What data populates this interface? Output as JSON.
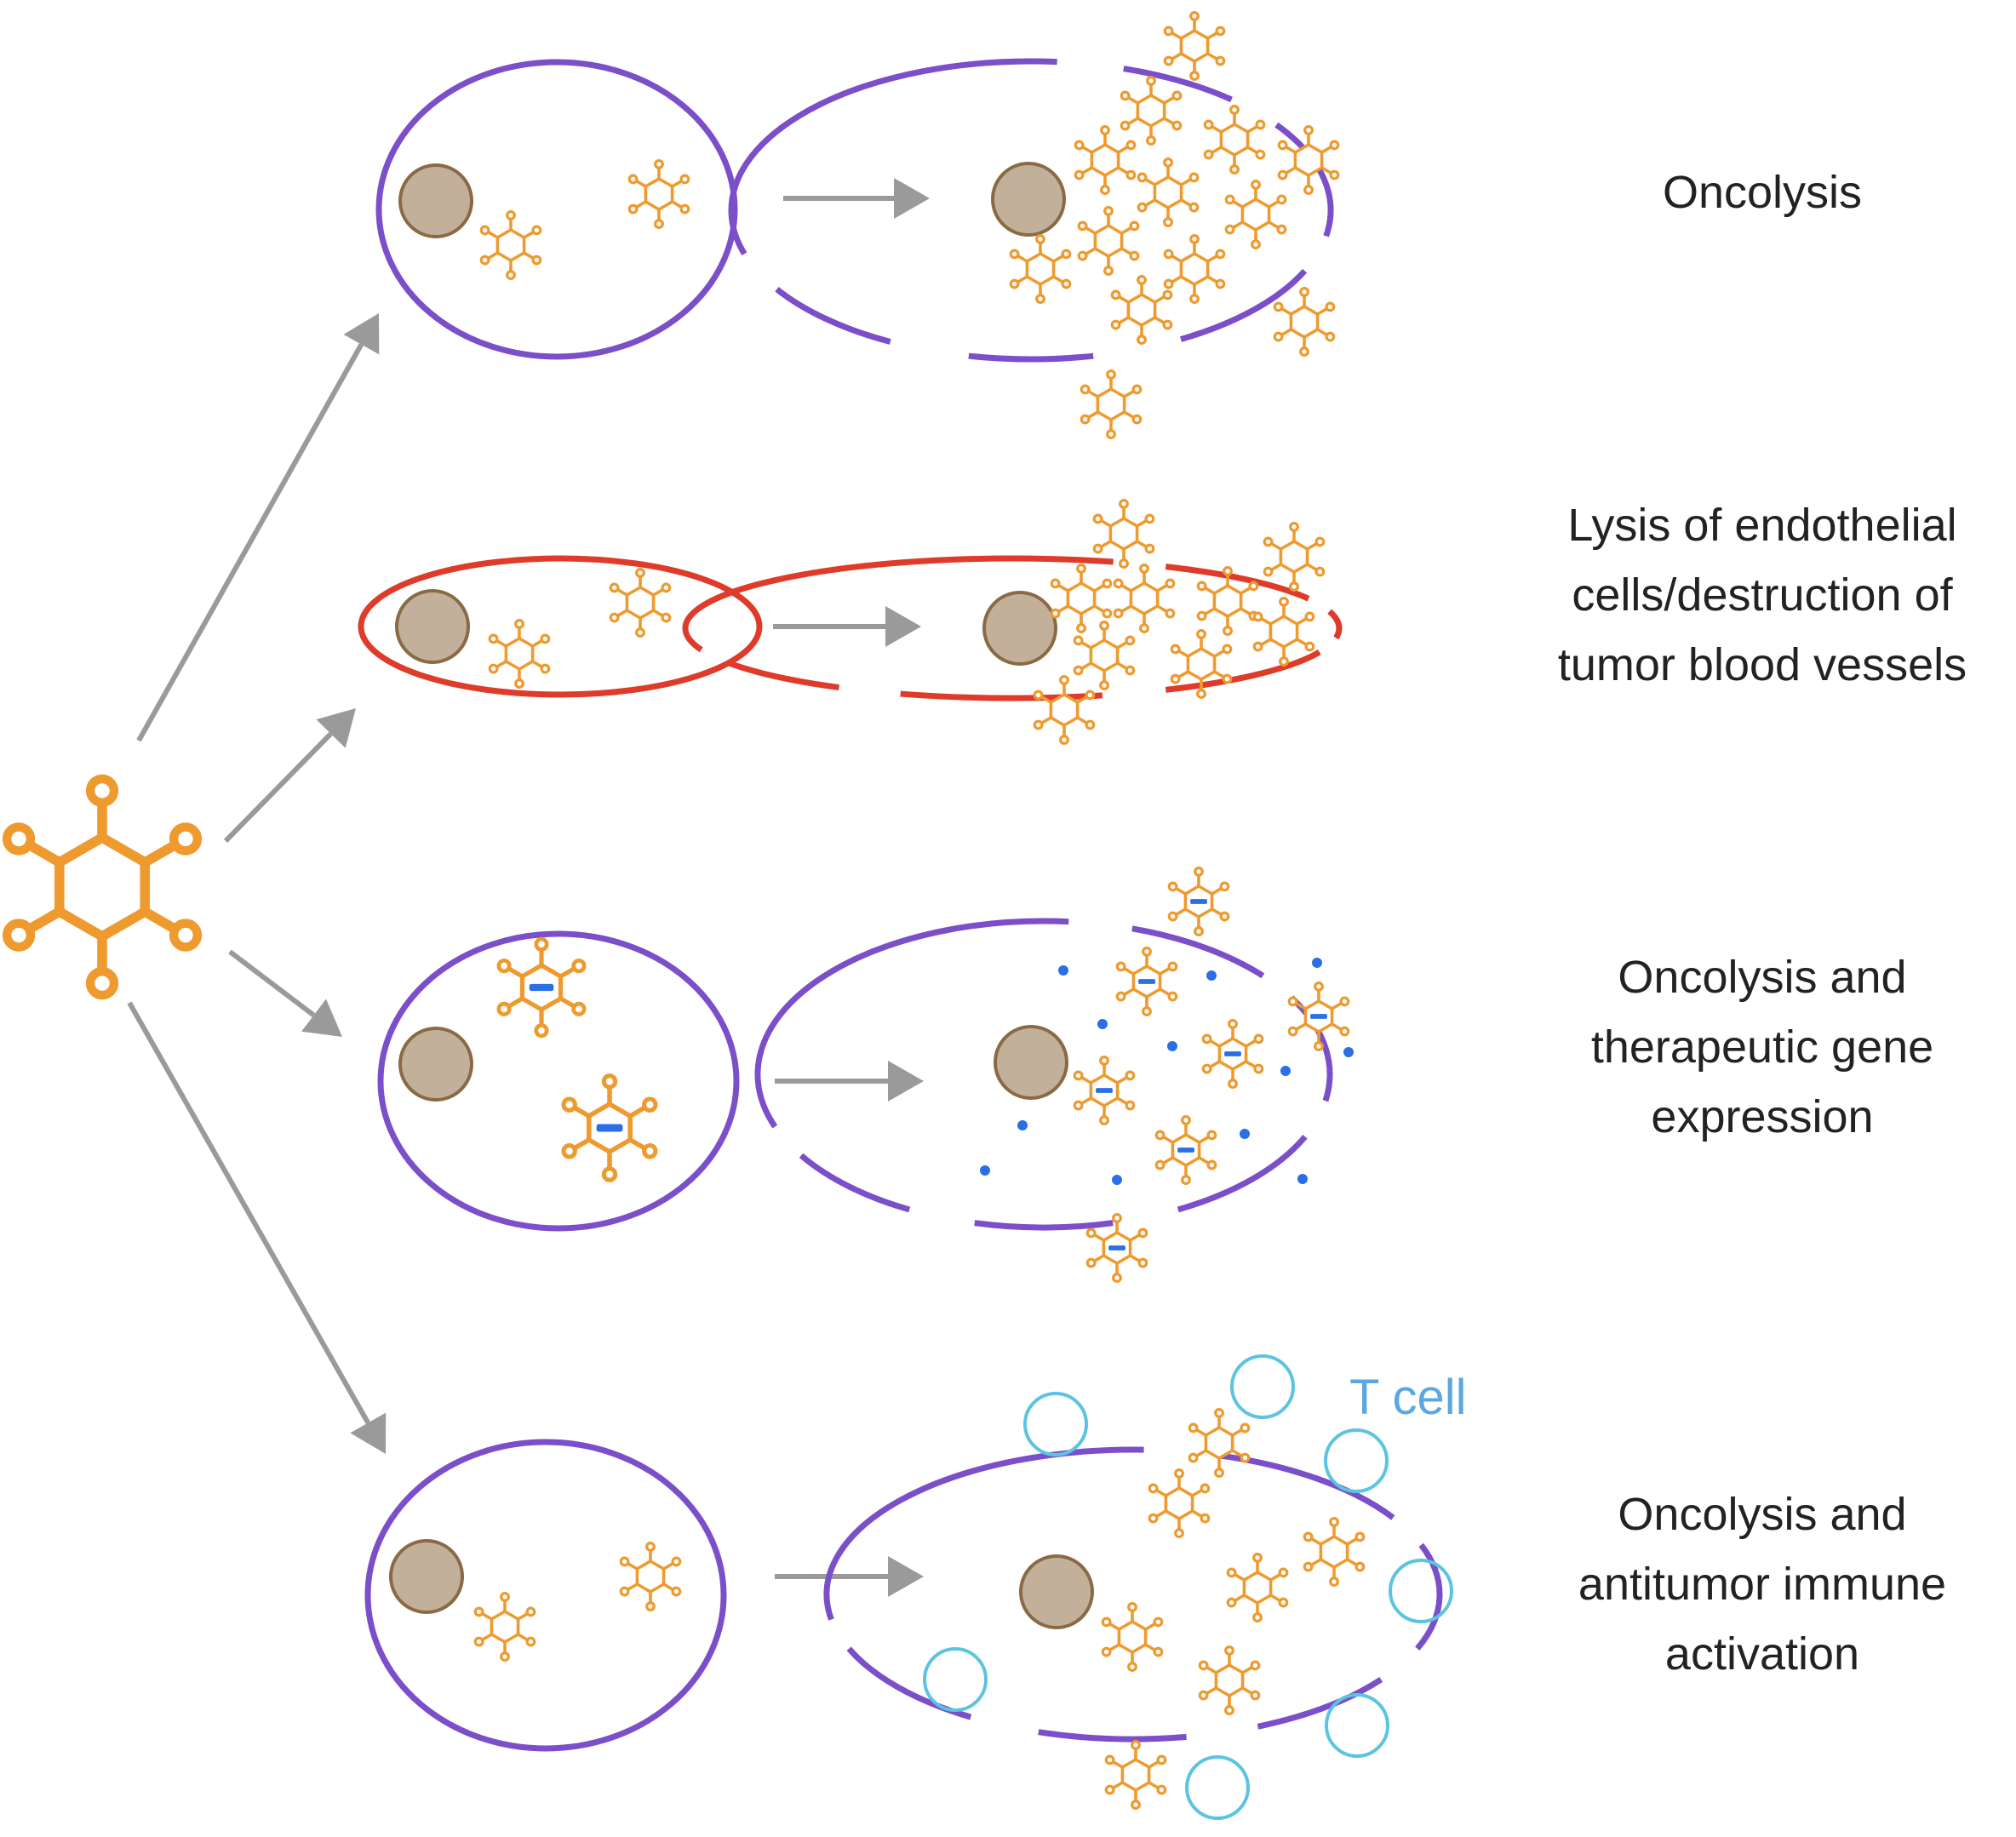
{
  "labels": {
    "row1": [
      "Oncolysis"
    ],
    "row2": [
      "Lysis of endothelial",
      "cells/destruction of",
      "tumor blood vessels"
    ],
    "row3": [
      "Oncolysis and",
      "therapeutic gene",
      "expression"
    ],
    "row4": [
      "Oncolysis and",
      "antitumor immune",
      "activation"
    ],
    "t_cell": "T cell"
  },
  "colors": {
    "virus": "#EE9A2E",
    "tumor_cell_membrane": "#7B4FC9",
    "endothelial_membrane": "#DE3B2A",
    "nucleus_fill": "#C2B09A",
    "nucleus_stroke": "#8A6A45",
    "arrow": "#9A9A9A",
    "gene_product": "#2A6FE6",
    "t_cell": "#5BC4E0",
    "t_cell_label": "#5BA8E0",
    "text": "#222222"
  }
}
